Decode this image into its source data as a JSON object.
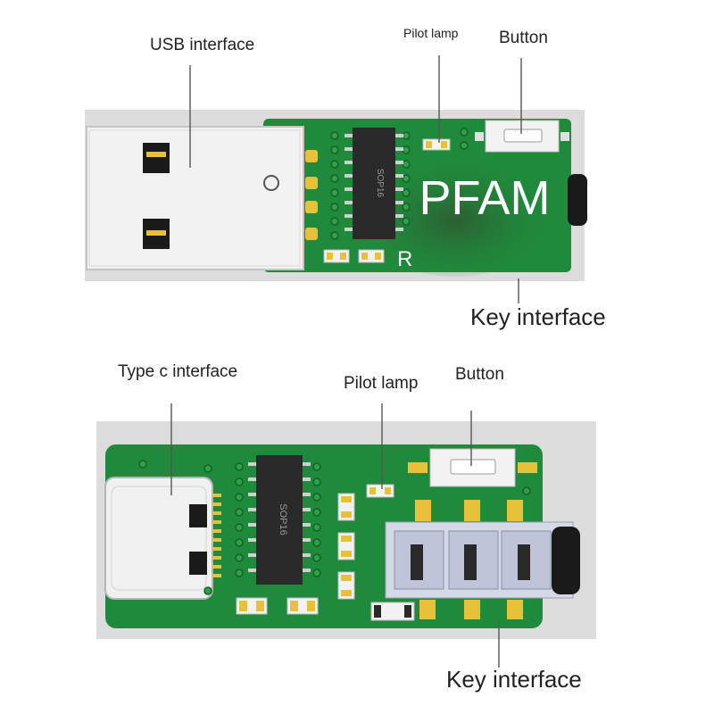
{
  "top_module": {
    "labels": {
      "usb": "USB interface",
      "pilot": "Pilot lamp",
      "button": "Button",
      "key": "Key interface"
    },
    "chip": "SOP16",
    "brand": "PFAM",
    "mark": "R"
  },
  "bottom_module": {
    "labels": {
      "typec": "Type c interface",
      "pilot": "Pilot lamp",
      "button": "Button",
      "key": "Key interface"
    },
    "chip": "SOP16"
  },
  "colors": {
    "pcb": "#1f8a3c",
    "pcb_dark": "#166b2d",
    "background_panel": "#dcdcdc",
    "pad": "#e8c13a",
    "chip": "#2a2a2a"
  }
}
